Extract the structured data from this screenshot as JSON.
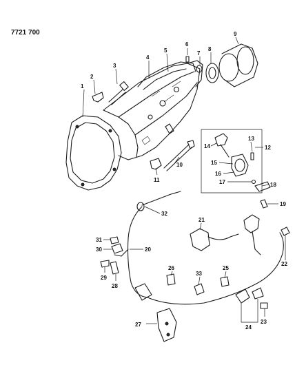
{
  "diagram": {
    "code": "7721 700",
    "callouts": [
      "1",
      "2",
      "3",
      "4",
      "5",
      "6",
      "7",
      "8",
      "9",
      "10",
      "11",
      "12",
      "13",
      "14",
      "15",
      "16",
      "17",
      "18",
      "19",
      "20",
      "21",
      "22",
      "23",
      "24",
      "25",
      "26",
      "27",
      "28",
      "29",
      "30",
      "31",
      "32",
      "33"
    ]
  }
}
